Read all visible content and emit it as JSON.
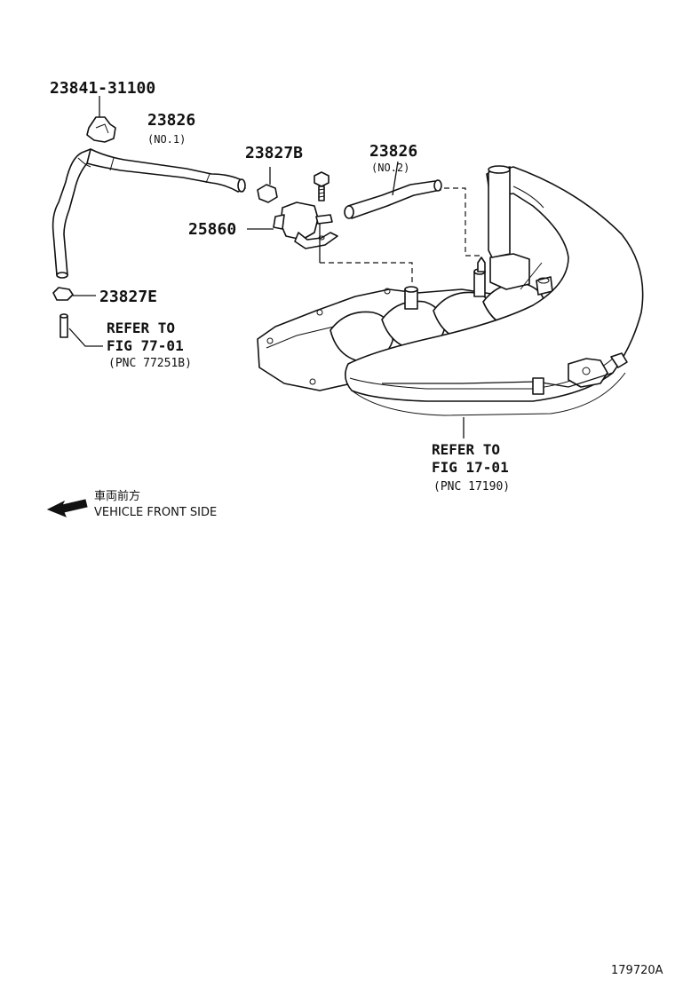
{
  "labels": {
    "clip": "23841-31100",
    "hose1": "23826",
    "hose1_sub": "(NO.1)",
    "clamp_b": "23827B",
    "hose2": "23826",
    "hose2_sub": "(NO.2)",
    "valve": "25860",
    "clamp_e": "23827E"
  },
  "refs": {
    "left": {
      "line1": "REFER TO",
      "line2": "FIG 77-01",
      "line3": "(PNC 77251B)"
    },
    "bottom": {
      "line1": "REFER TO",
      "line2": "FIG 17-01",
      "line3": "(PNC 17190)"
    }
  },
  "direction": {
    "jp": "車両前方",
    "en": "VEHICLE FRONT SIDE"
  },
  "figure_id": "179720A"
}
